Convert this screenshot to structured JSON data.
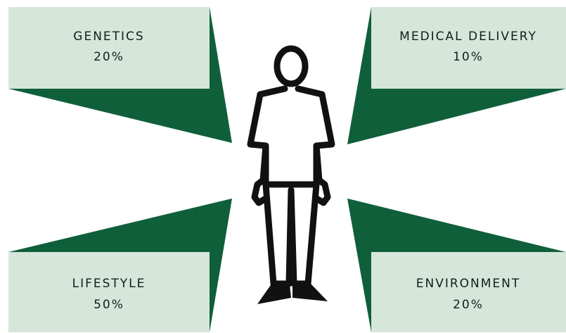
{
  "colors": {
    "panel_fill": "#d6e6db",
    "wedge_fill": "#0f5f3a",
    "figure_stroke": "#111111",
    "text": "#0f1f1a"
  },
  "factors": {
    "genetics": {
      "label": "GENETICS",
      "percent": "20%"
    },
    "medical_delivery": {
      "label": "MEDICAL DELIVERY",
      "percent": "10%"
    },
    "lifestyle": {
      "label": "LIFESTYLE",
      "percent": "50%"
    },
    "environment": {
      "label": "ENVIRONMENT",
      "percent": "20%"
    }
  },
  "icons": {
    "center_figure": "person-standing-icon"
  }
}
